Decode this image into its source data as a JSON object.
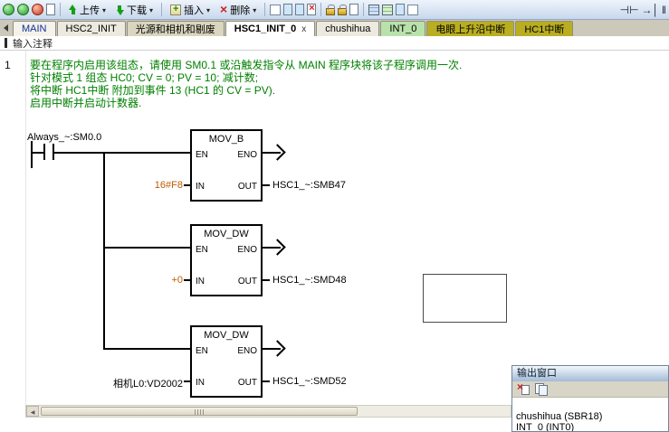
{
  "toolbar": {
    "upload_label": "上传",
    "download_label": "下载",
    "insert_label": "插入",
    "delete_label": "删除"
  },
  "icons": {
    "run": "green-circle",
    "online": "green-circle",
    "stop": "red-circle",
    "upload_arrow": "green-up-arrow",
    "download_arrow": "green-down-arrow",
    "delete_x": "×",
    "dropdown_caret": "▾",
    "tab_close": "x",
    "eno_arrow": "right-open-chevron",
    "clear_output": "×"
  },
  "tabs": [
    {
      "label": "MAIN"
    },
    {
      "label": "HSC2_INIT"
    },
    {
      "label": "光源和相机和剔废",
      "bg": "#d9d5bf"
    },
    {
      "label": "HSC1_INIT_0",
      "close_label": "x",
      "active": true
    },
    {
      "label": "chushihua"
    },
    {
      "label": "INT_0",
      "bg": "#b9e2ab"
    },
    {
      "label": "电眼上升沿中断",
      "bg": "#b9ae22"
    },
    {
      "label": "HC1中断",
      "bg": "#b9ae22"
    }
  ],
  "comment_bar": {
    "label": "输入注释"
  },
  "network": {
    "number": "1",
    "comment_lines": [
      "要在程序内启用该组态，请使用 SM0.1 或沿触发指令从 MAIN 程序块将该子程序调用一次.",
      "针对模式 1 组态 HC0;  CV = 0;  PV = 10;  减计数;",
      "将中断 HC1中断 附加到事件 13 (HC1 的 CV = PV).",
      "启用中断并启动计数器."
    ],
    "contact": {
      "label": "Always_~:SM0.0"
    },
    "blocks": [
      {
        "title": "MOV_B",
        "en": "EN",
        "eno": "ENO",
        "in": "IN",
        "out": "OUT",
        "in_value": "16#F8",
        "out_value": "HSC1_~:SMB47"
      },
      {
        "title": "MOV_DW",
        "en": "EN",
        "eno": "ENO",
        "in": "IN",
        "out": "OUT",
        "in_value": "+0",
        "out_value": "HSC1_~:SMD48"
      },
      {
        "title": "MOV_DW",
        "en": "EN",
        "eno": "ENO",
        "in": "IN",
        "out": "OUT",
        "in_value": "相机L0:VD2002",
        "out_value": "HSC1_~:SMD52"
      }
    ]
  },
  "output_window": {
    "title": "输出窗口",
    "lines": [
      "chushihua (SBR18)",
      "INT_0 (INT0)"
    ]
  },
  "colors": {
    "comment_green": "#008000",
    "constant_orange": "#bf5b00",
    "olive_tab": "#b9ae22",
    "green_tab": "#b9e2ab",
    "toolbar_top": "#eef4fb",
    "toolbar_bottom": "#c7d8ec"
  }
}
